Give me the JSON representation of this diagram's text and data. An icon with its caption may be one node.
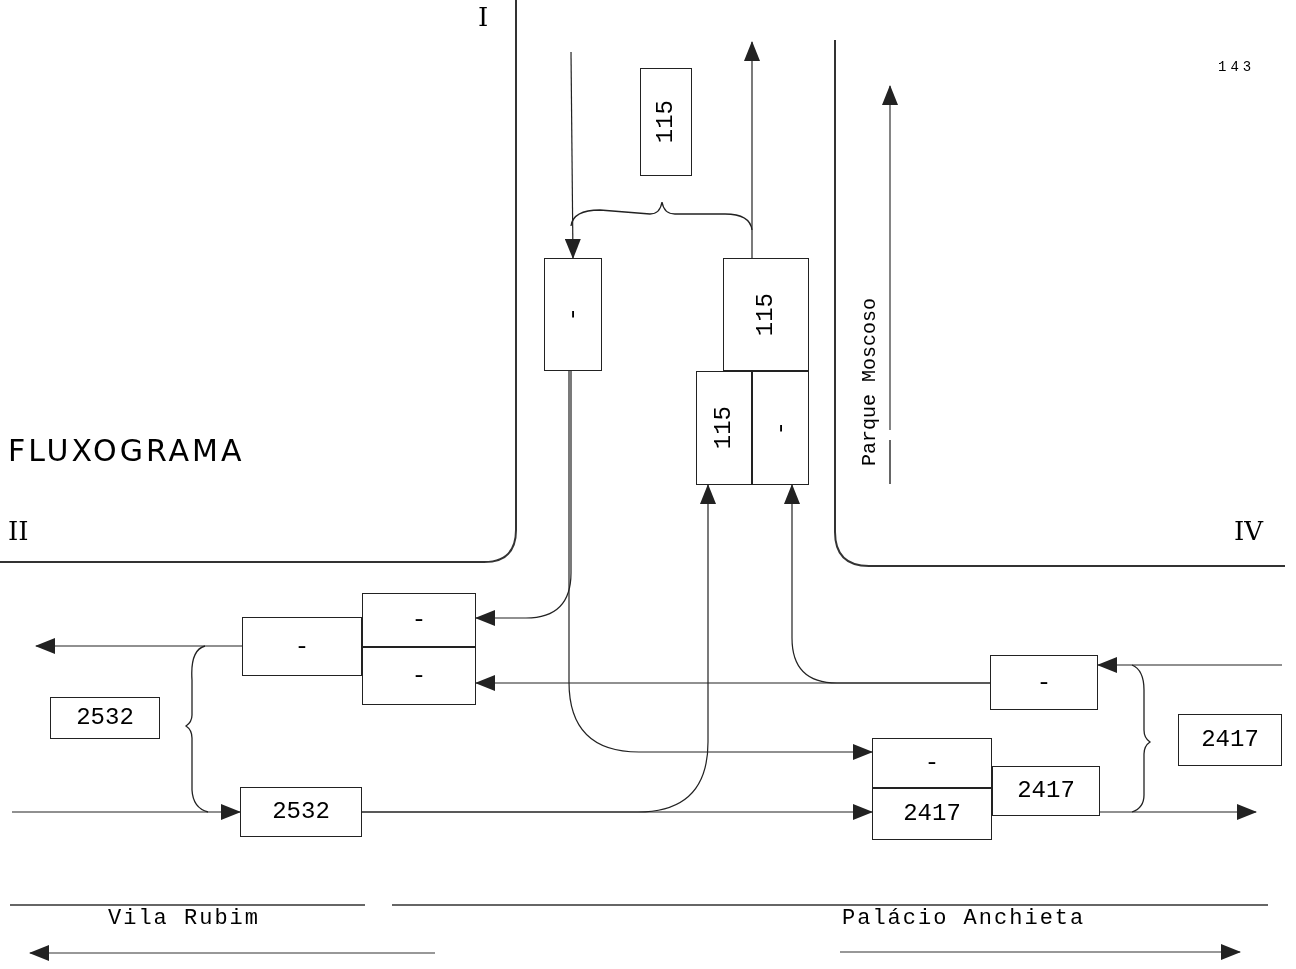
{
  "diagram": {
    "title": "FLUXOGRAMA",
    "nodes": [
      {
        "text": [
          "-"
        ]
      },
      {
        "text": [
          "115"
        ]
      },
      {
        "text": [
          "115"
        ]
      },
      {
        "text": [
          "115"
        ]
      },
      {
        "text": [
          "-"
        ]
      },
      {
        "text": [
          "-"
        ]
      },
      {
        "text": [
          "-"
        ]
      },
      {
        "text": [
          "-"
        ]
      },
      {
        "text": [
          "2532"
        ]
      },
      {
        "text": [
          "2532"
        ]
      },
      {
        "text": [
          "-"
        ]
      },
      {
        "text": [
          "2417"
        ]
      },
      {
        "text": [
          "-"
        ]
      },
      {
        "text": [
          "2417"
        ]
      },
      {
        "text": [
          "2417"
        ]
      }
    ],
    "edges": [
      {
        "from": null,
        "to": 0,
        "arrow": "to"
      },
      {
        "from": 0,
        "to": 5,
        "arrow": "to"
      },
      {
        "from": 0,
        "to": 12,
        "arrow": "to"
      },
      {
        "from": 2,
        "to": null,
        "arrow": "to"
      },
      {
        "from": 9,
        "to": 3,
        "arrow": "to"
      },
      {
        "from": 9,
        "to": 13,
        "arrow": "to"
      },
      {
        "from": 10,
        "to": 4,
        "arrow": "to"
      },
      {
        "from": 10,
        "to": 6,
        "arrow": "to"
      },
      {
        "from": null,
        "to": 10,
        "arrow": "to"
      },
      {
        "from": null,
        "to": 9,
        "arrow": "to"
      },
      {
        "from": 7,
        "to": null,
        "arrow": "to"
      },
      {
        "from": 14,
        "to": null,
        "arrow": "to"
      }
    ],
    "labels": [
      "I",
      "143",
      "Parque Moscoso",
      "II",
      "IV",
      "Vila Rubim",
      "Palácio Anchieta"
    ]
  }
}
